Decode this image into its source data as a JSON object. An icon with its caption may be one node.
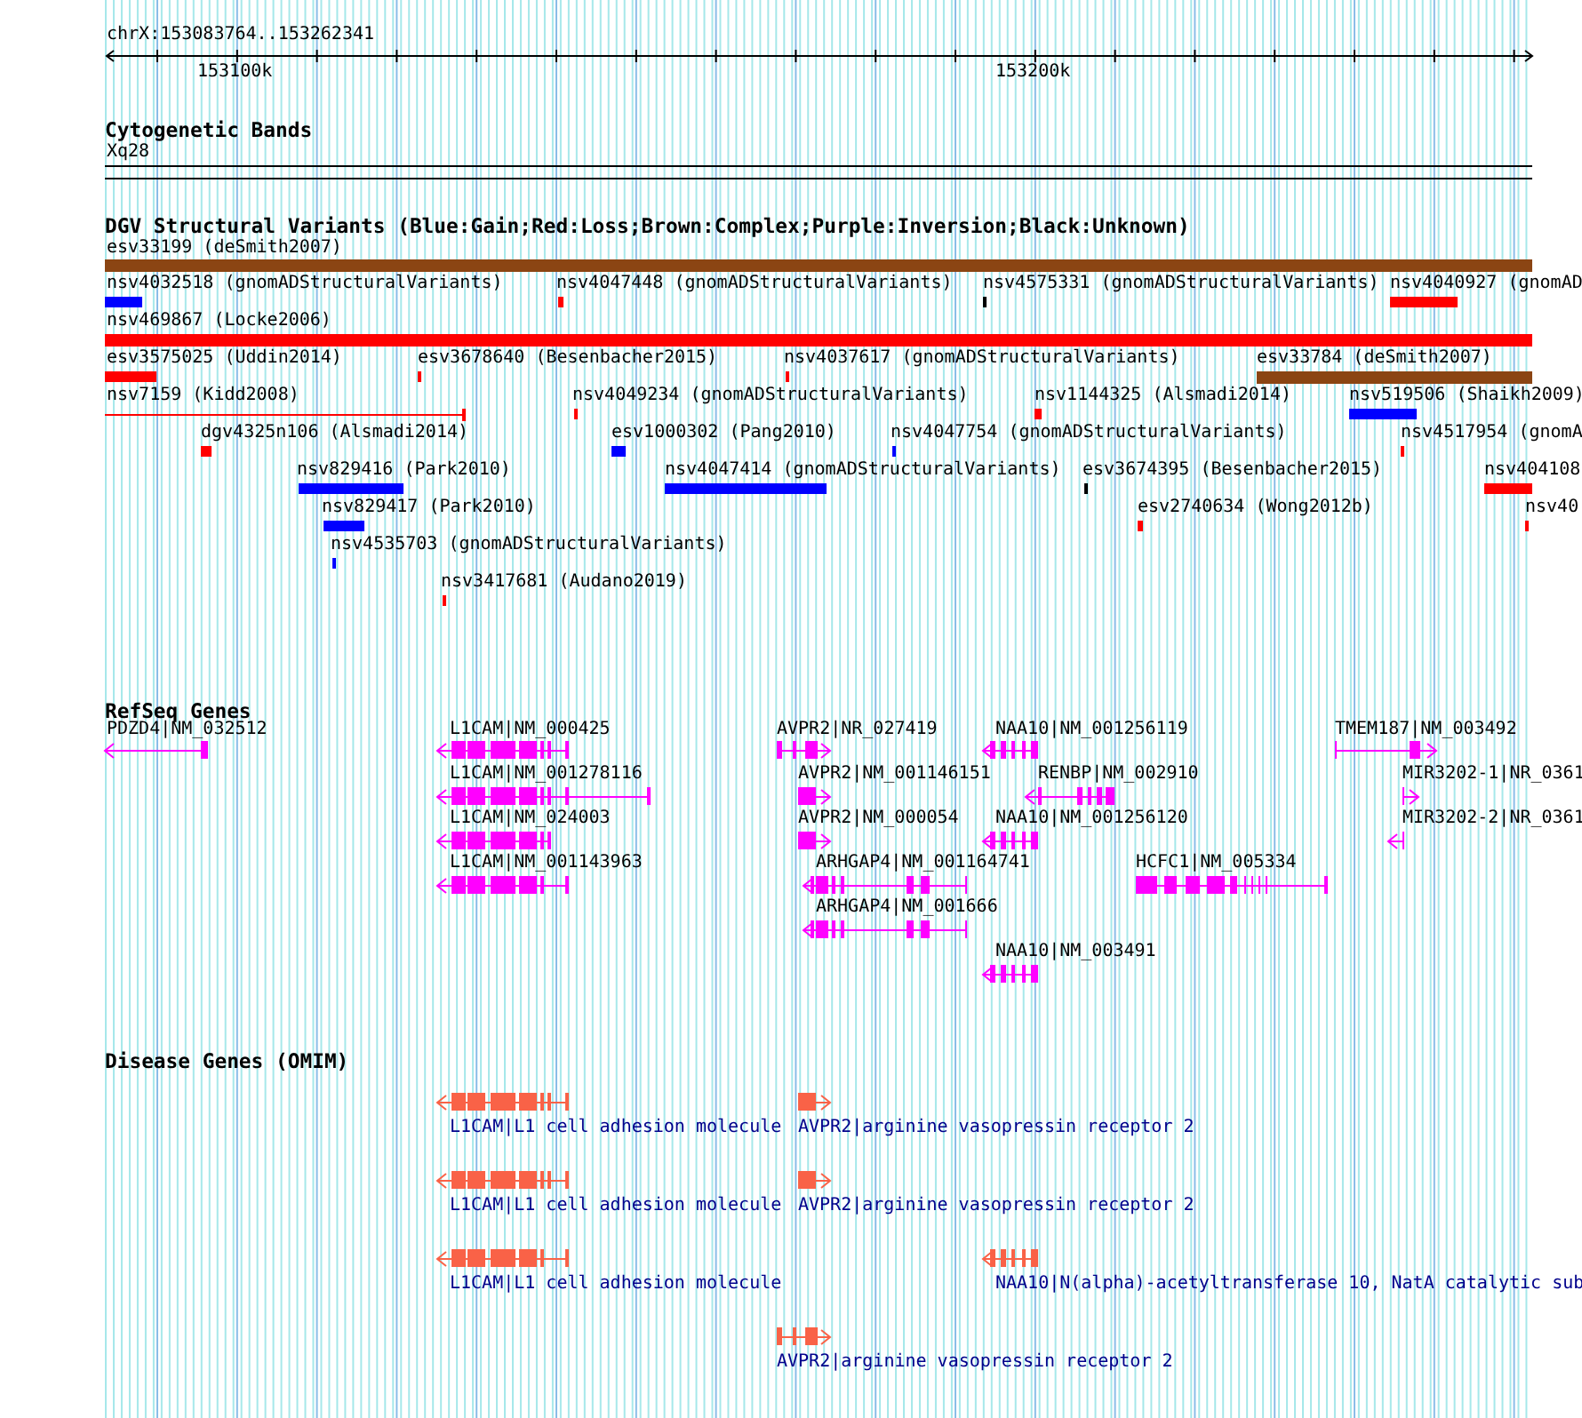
{
  "diagram": {
    "labels": [
      "chrX:153083764..153262341",
      "153100k",
      "153200k",
      "Cytogenetic Bands",
      "Xq28",
      "DGV Structural Variants (Blue:Gain;Red:Loss;Brown:Complex;Purple:Inversion;Black:Unknown)",
      "esv33199 (deSmith2007)",
      "nsv4032518 (gnomADStructuralVariants)",
      "nsv4047448 (gnomADStructuralVariants)",
      "nsv4575331 (gnomADStructuralVariants)",
      "nsv4040927 (gnomAD",
      "nsv469867 (Locke2006)",
      "esv3575025 (Uddin2014)",
      "esv3678640 (Besenbacher2015)",
      "nsv4037617 (gnomADStructuralVariants)",
      "esv33784 (deSmith2007)",
      "nsv7159 (Kidd2008)",
      "nsv4049234 (gnomADStructuralVariants)",
      "nsv1144325 (Alsmadi2014)",
      "nsv519506 (Shaikh2009)",
      "dgv4325n106 (Alsmadi2014)",
      "esv1000302 (Pang2010)",
      "nsv4047754 (gnomADStructuralVariants)",
      "nsv4517954 (gnomA",
      "nsv829416 (Park2010)",
      "nsv4047414 (gnomADStructuralVariants)",
      "esv3674395 (Besenbacher2015)",
      "nsv404108",
      "nsv829417 (Park2010)",
      "esv2740634 (Wong2012b)",
      "nsv40",
      "nsv4535703 (gnomADStructuralVariants)",
      "nsv3417681 (Audano2019)",
      "RefSeq Genes",
      "PDZD4|NM_032512",
      "L1CAM|NM_000425",
      "AVPR2|NR_027419",
      "NAA10|NM_001256119",
      "TMEM187|NM_003492",
      "L1CAM|NM_001278116",
      "AVPR2|NM_001146151",
      "RENBP|NM_002910",
      "MIR3202-1|NR_0361",
      "L1CAM|NM_024003",
      "AVPR2|NM_000054",
      "NAA10|NM_001256120",
      "MIR3202-2|NR_0361",
      "L1CAM|NM_001143963",
      "ARHGAP4|NM_001164741",
      "HCFC1|NM_005334",
      "ARHGAP4|NM_001666",
      "NAA10|NM_003491",
      "Disease Genes (OMIM)",
      "L1CAM|L1 cell adhesion molecule",
      "AVPR2|arginine vasopressin receptor 2",
      "L1CAM|L1 cell adhesion molecule",
      "AVPR2|arginine vasopressin receptor 2",
      "L1CAM|L1 cell adhesion molecule",
      "NAA10|N(alpha)-acetyltransferase 10, NatA catalytic sub",
      "AVPR2|arginine vasopressin receptor 2"
    ]
  }
}
